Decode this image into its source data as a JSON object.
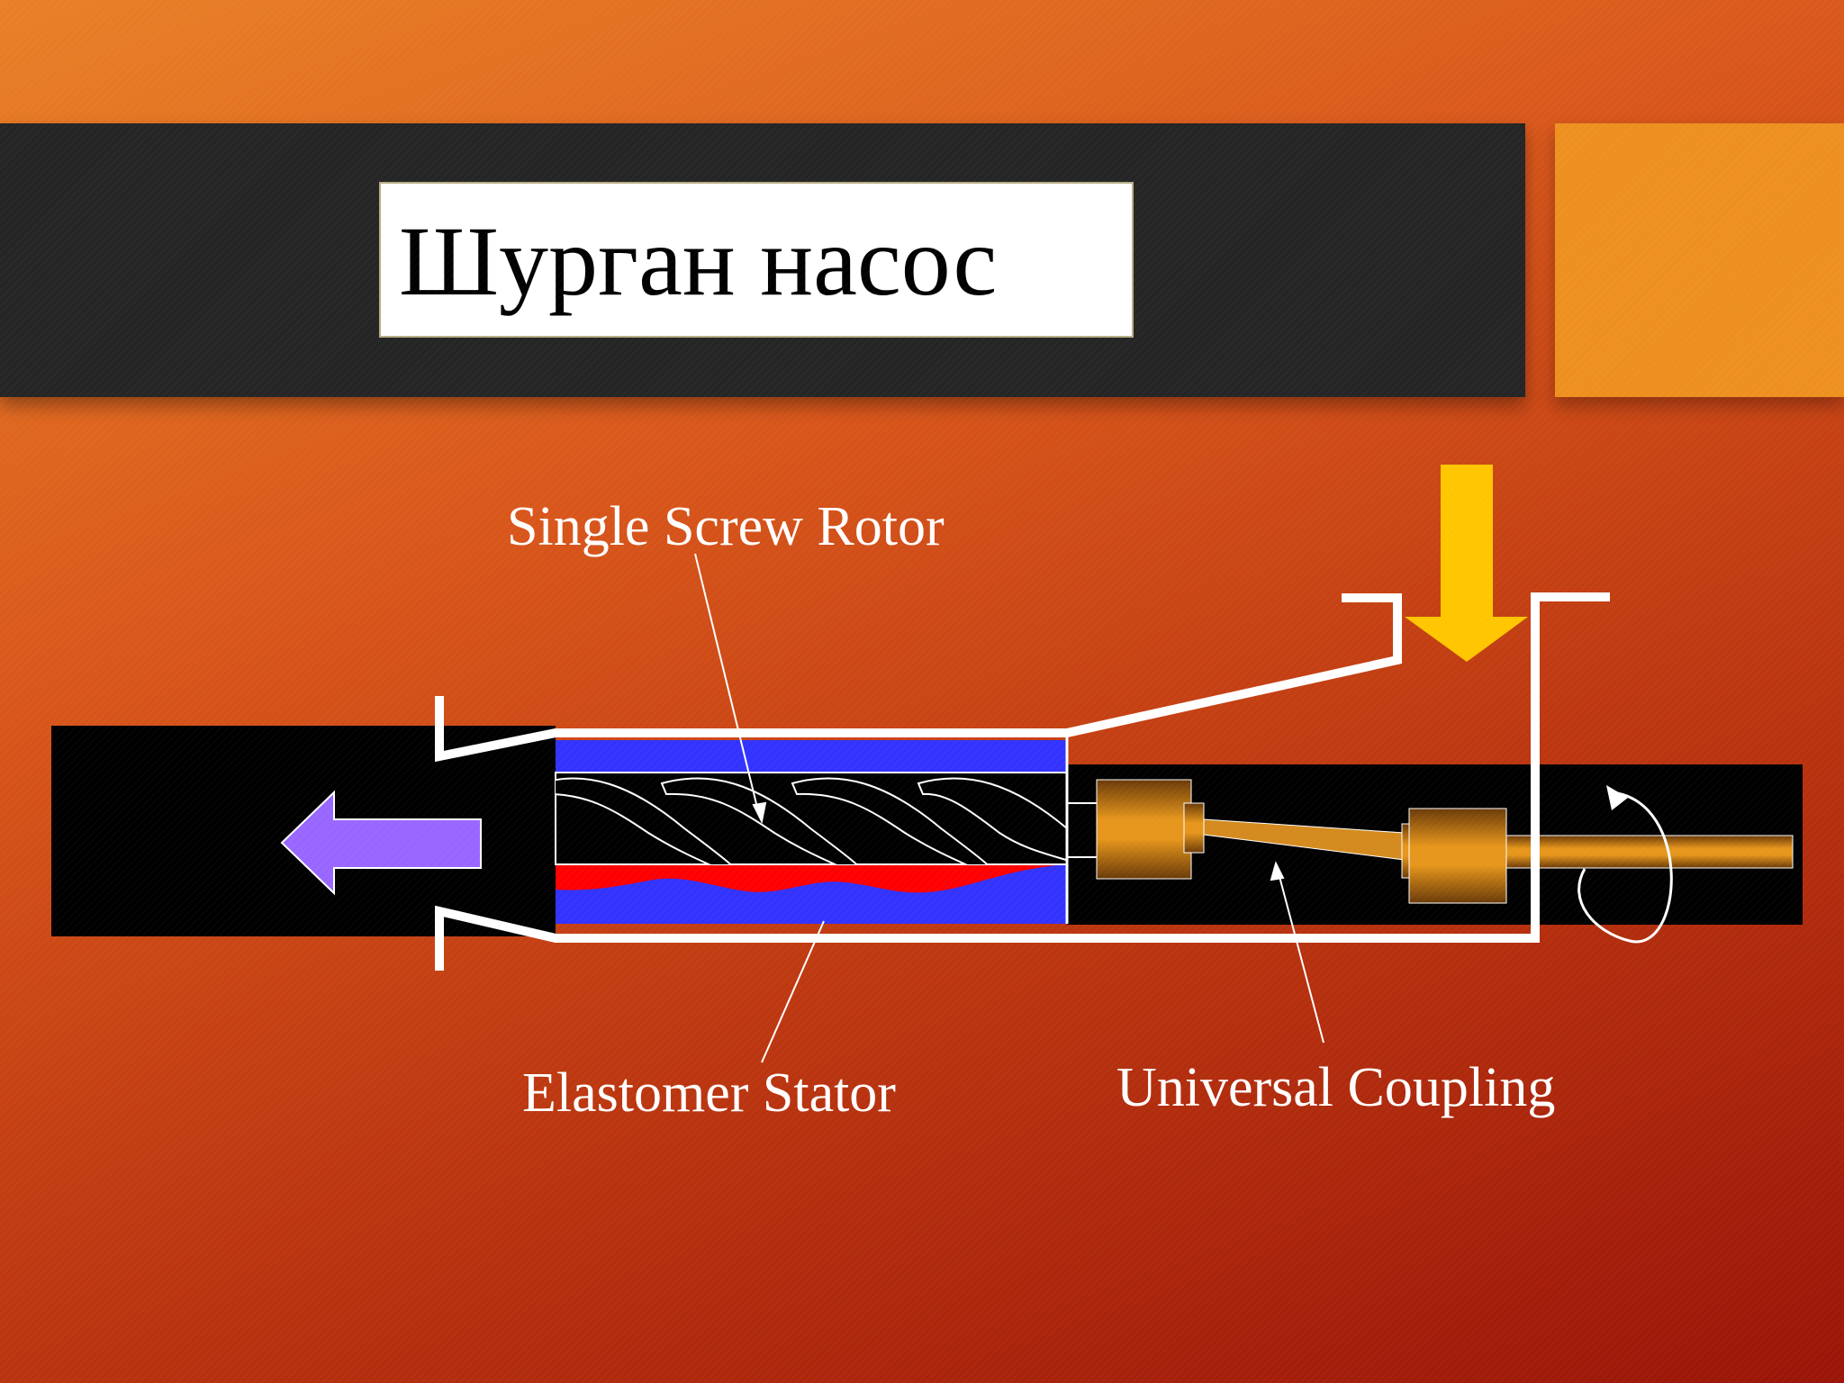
{
  "title": "Шурган насос",
  "labels": {
    "rotor": "Single Screw Rotor",
    "stator": "Elastomer Stator",
    "coupling": "Universal Coupling"
  },
  "colors": {
    "title_band": "#252525",
    "accent": "#ee9020",
    "stator": "#3333ff",
    "stator_lining": "#ff0000",
    "rotor": "#000000",
    "coupling": "#e0901a",
    "inlet_arrow": "#ffc600",
    "outlet_arrow": "#9966ff"
  },
  "icons": {
    "inlet": "arrow-down-icon",
    "outlet": "arrow-left-icon",
    "rotation": "rotation-arrow-icon"
  }
}
